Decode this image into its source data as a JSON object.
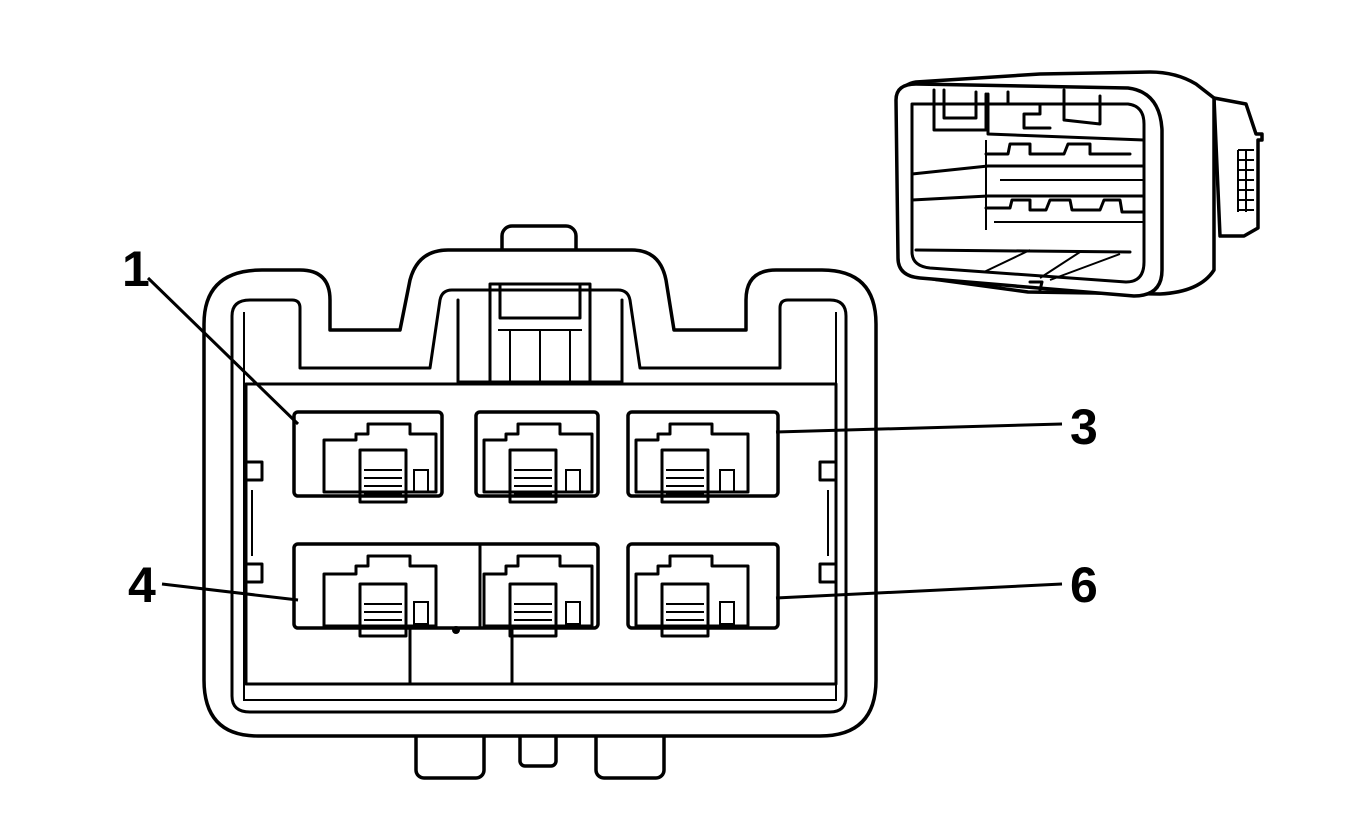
{
  "diagram": {
    "pin_labels": [
      {
        "id": "pin-1",
        "text": "1"
      },
      {
        "id": "pin-3",
        "text": "3"
      },
      {
        "id": "pin-4",
        "text": "4"
      },
      {
        "id": "pin-6",
        "text": "6"
      }
    ]
  },
  "colors": {
    "line": "#000000",
    "background": "#ffffff"
  }
}
